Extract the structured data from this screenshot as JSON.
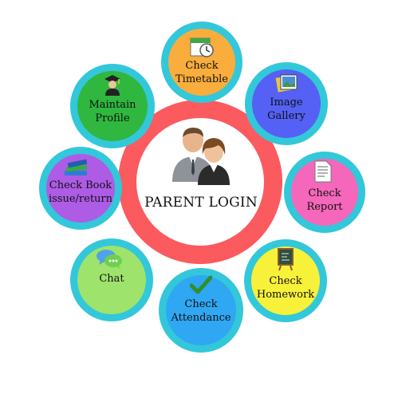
{
  "center": {
    "title": "PARENT LOGIN",
    "ring_color": "#fb5a5e"
  },
  "ring_color": "#33c7da",
  "nodes": [
    {
      "key": "timetable",
      "label": "Check\nTimetable",
      "color": "#f8ad3d",
      "icon": "calendar-clock-icon"
    },
    {
      "key": "gallery",
      "label": "Image\nGallery",
      "color": "#5461f4",
      "icon": "photo-stack-icon"
    },
    {
      "key": "report",
      "label": "Check\nReport",
      "color": "#f467ba",
      "icon": "report-document-icon"
    },
    {
      "key": "homework",
      "label": "Check\nHomework",
      "color": "#f8f13a",
      "icon": "chalkboard-icon"
    },
    {
      "key": "attendance",
      "label": "Check\nAttendance",
      "color": "#2fa7f2",
      "icon": "check-mark-icon"
    },
    {
      "key": "chat",
      "label": "Chat",
      "color": "#9ee36c",
      "icon": "chat-bubbles-icon"
    },
    {
      "key": "book",
      "label": "Check Book\nissue/return",
      "color": "#ae5be6",
      "icon": "books-icon"
    },
    {
      "key": "profile",
      "label": "Maintain\nProfile",
      "color": "#2fb73f",
      "icon": "graduate-icon"
    }
  ]
}
